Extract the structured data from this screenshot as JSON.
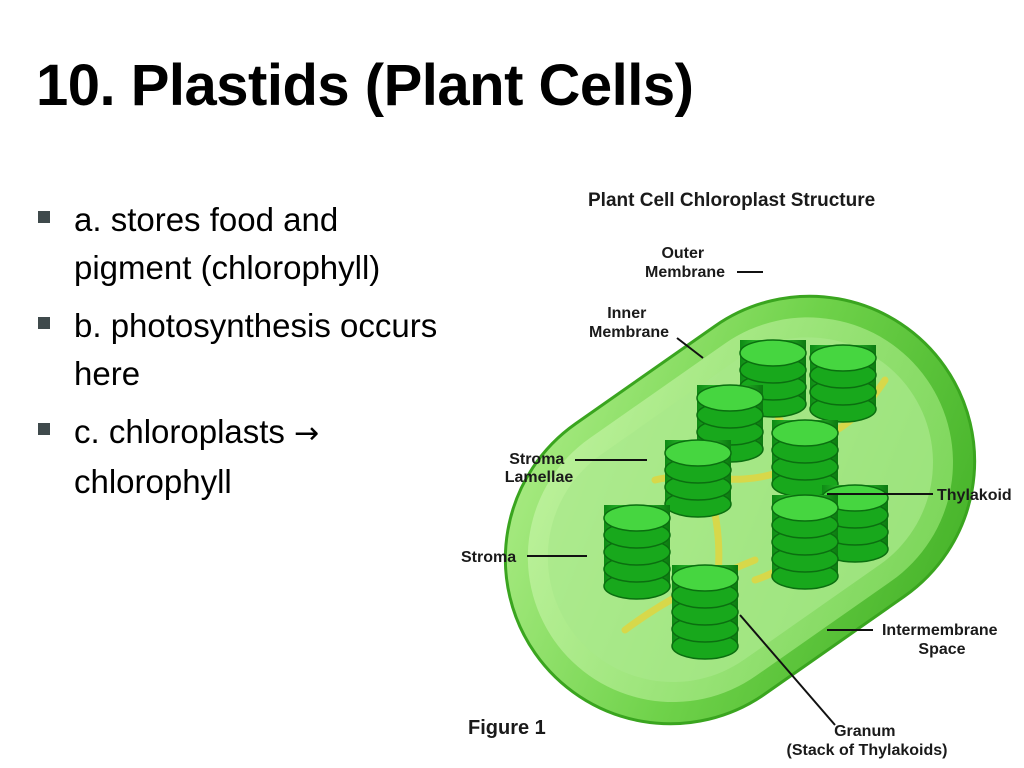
{
  "slide": {
    "title": "10. Plastids (Plant Cells)",
    "bullets": [
      {
        "text": "a. stores food and pigment (chlorophyll)"
      },
      {
        "text": "b. photosynthesis occurs here"
      },
      {
        "text_before": "c. chloroplasts ",
        "arrow": "→",
        "text_after": " chlorophyll"
      }
    ]
  },
  "figure": {
    "title": "Plant Cell Chloroplast Structure",
    "caption": "Figure 1",
    "labels": {
      "outer_membrane": [
        "Outer",
        "Membrane"
      ],
      "inner_membrane": [
        "Inner",
        "Membrane"
      ],
      "stroma_lamellae": [
        "Stroma",
        "Lamellae"
      ],
      "stroma": "Stroma",
      "thylakoid": "Thylakoid",
      "intermembrane_space": [
        "Intermembrane",
        "Space"
      ],
      "granum": [
        "Granum",
        "(Stack of Thylakoids)"
      ]
    },
    "colors": {
      "outer": "#7ed957",
      "inner": "#4cc22e",
      "stroma": "#a8e88a",
      "granum": "#1fae1f",
      "granum_dark": "#0d7a12",
      "lamellae": "#d8d84a"
    }
  }
}
